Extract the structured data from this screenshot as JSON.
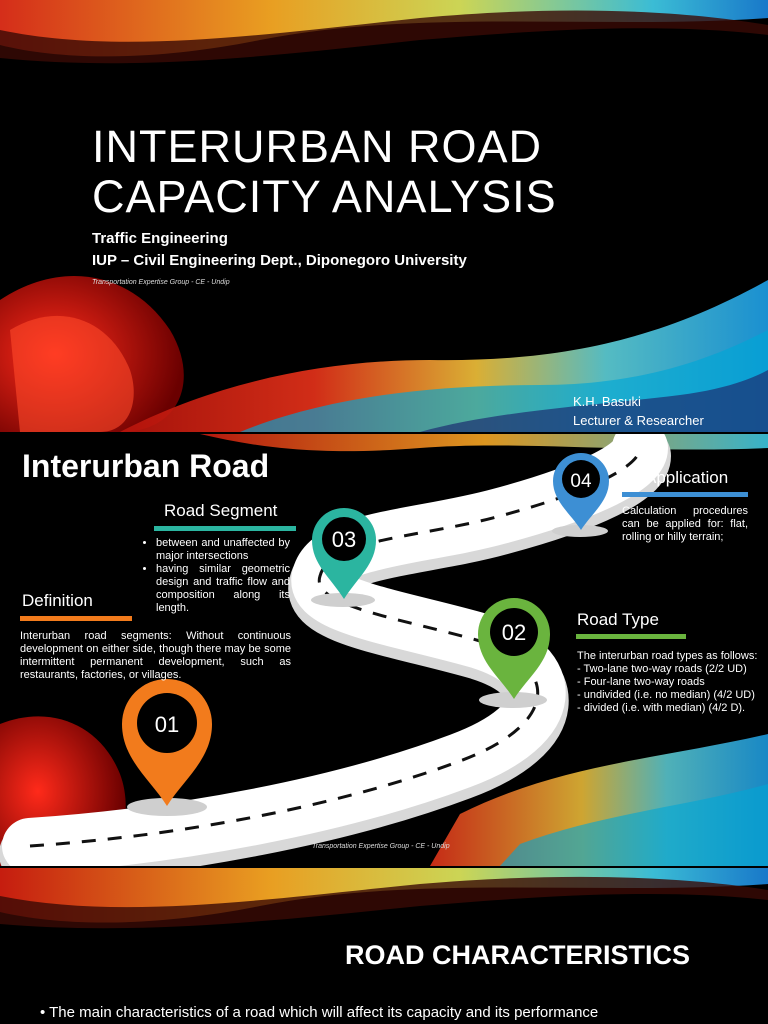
{
  "slide1": {
    "title_line1": "INTERURBAN ROAD",
    "title_line2": "CAPACITY ANALYSIS",
    "subtitle1": "Traffic Engineering",
    "subtitle2": "IUP – Civil Engineering Dept., Diponegoro University",
    "footer": "Transportation Expertise Group - CE - Undip",
    "author_name": "K.H. Basuki",
    "author_role": "Lecturer & Researcher"
  },
  "slide2": {
    "title": "Interurban Road",
    "road_segment": {
      "heading": "Road Segment",
      "bullets": [
        "between and unaffected by major intersections",
        "having similar geometric design and traffic flow and composition along its length."
      ],
      "accent": "#2bb5a0"
    },
    "definition": {
      "heading": "Definition",
      "text": "Interurban road segments: Without continuous development on either side, though there may be some intermittent permanent development, such as restaurants, factories, or villages.",
      "accent": "#f27b1c"
    },
    "application": {
      "heading": "Application",
      "text": "Calculation procedures can be applied for: flat, rolling or hilly terrain;",
      "accent": "#3d8fd4"
    },
    "road_type": {
      "heading": "Road Type",
      "intro": "The interurban road types as follows:",
      "items": [
        "- Two-lane two-way roads (2/2 UD)",
        "- Four-lane two-way roads",
        "- undivided (i.e. no median) (4/2 UD)",
        "- divided (i.e. with median) (4/2 D)."
      ],
      "accent": "#6ab43e"
    },
    "pins": {
      "p01": "01",
      "p02": "02",
      "p03": "03",
      "p04": "04"
    },
    "pin_colors": {
      "p01": "#f27b1c",
      "p02": "#6ab43e",
      "p03": "#2bb5a0",
      "p04": "#3d8fd4"
    },
    "footer": "Transportation Expertise Group - CE - Undip"
  },
  "slide3": {
    "title": "ROAD CHARACTERISTICS",
    "bullet": "• The main characteristics of a road which will affect its capacity and its performance"
  }
}
